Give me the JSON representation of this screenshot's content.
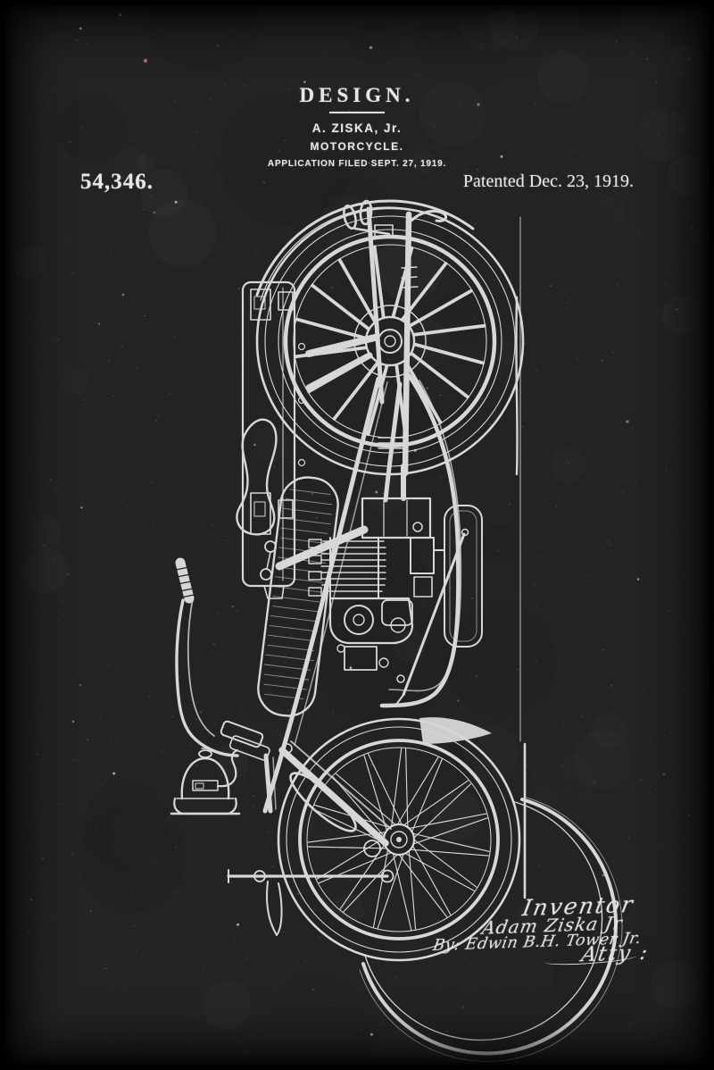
{
  "poster": {
    "header": {
      "doc_type": "DESIGN.",
      "inventor_line": "A. ZISKA, Jr.",
      "title": "MOTORCYCLE.",
      "application_line": "APPLICATION FILED SEPT. 27, 1919."
    },
    "patent_number": "54,346.",
    "patent_date_line": "Patented Dec. 23, 1919.",
    "signatures": {
      "role_label": "Inventor",
      "inventor_signature": "Adam Ziska Jr",
      "attorney_by_line": "By: Edwin B.H. Tower Jr.",
      "attorney_label": "Atty",
      "attorney_colon": ":"
    },
    "drawing_subject": "Patent line drawing of a 1919 motorcycle shown in side view rotated 90 degrees, rear wheel at top and front wheel at bottom, white chalk-style ink on blackboard",
    "colors": {
      "background": "#232323",
      "edge": "#000000",
      "chalk_ink": "#e6e6e6"
    }
  }
}
